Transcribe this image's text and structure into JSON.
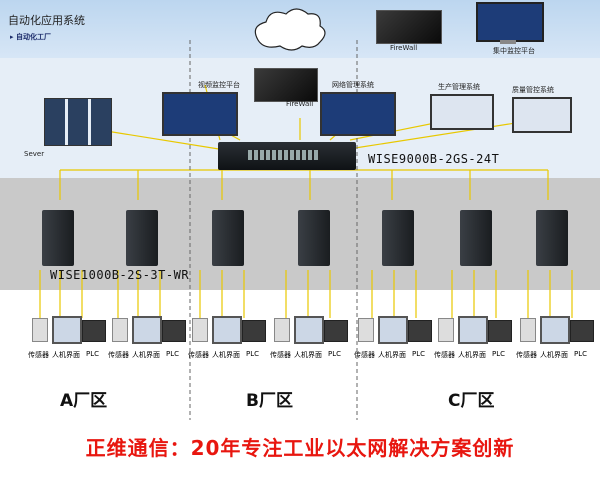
{
  "header": {
    "title": "自动化应用系统",
    "subtitle": "▸ 自动化工厂"
  },
  "top": {
    "firewall_label": "FireWall",
    "central_label": "集中监控平台",
    "video_label": "视频监控平台",
    "firewall2_label": "FireWall",
    "netmgmt_label": "网络管理系统",
    "production_label": "生产管理系统",
    "quality_label": "质量管控系统",
    "server_label": "Sever"
  },
  "core_switch": {
    "model": "WISE9000B-2GS-24T"
  },
  "edge_switch": {
    "model": "WISE1000B-2S-3T-WR"
  },
  "field_labels": {
    "sensor": "传感器",
    "hmi": "人机界面",
    "plc": "PLC"
  },
  "zones": [
    "A厂区",
    "B厂区",
    "C厂区"
  ],
  "footer": {
    "slogan": "正维通信：20年专注工业以太网解决方案创新"
  },
  "colors": {
    "link_line": "#e8c800",
    "footer_text": "#e8160f",
    "zone_divider": "#666666"
  }
}
